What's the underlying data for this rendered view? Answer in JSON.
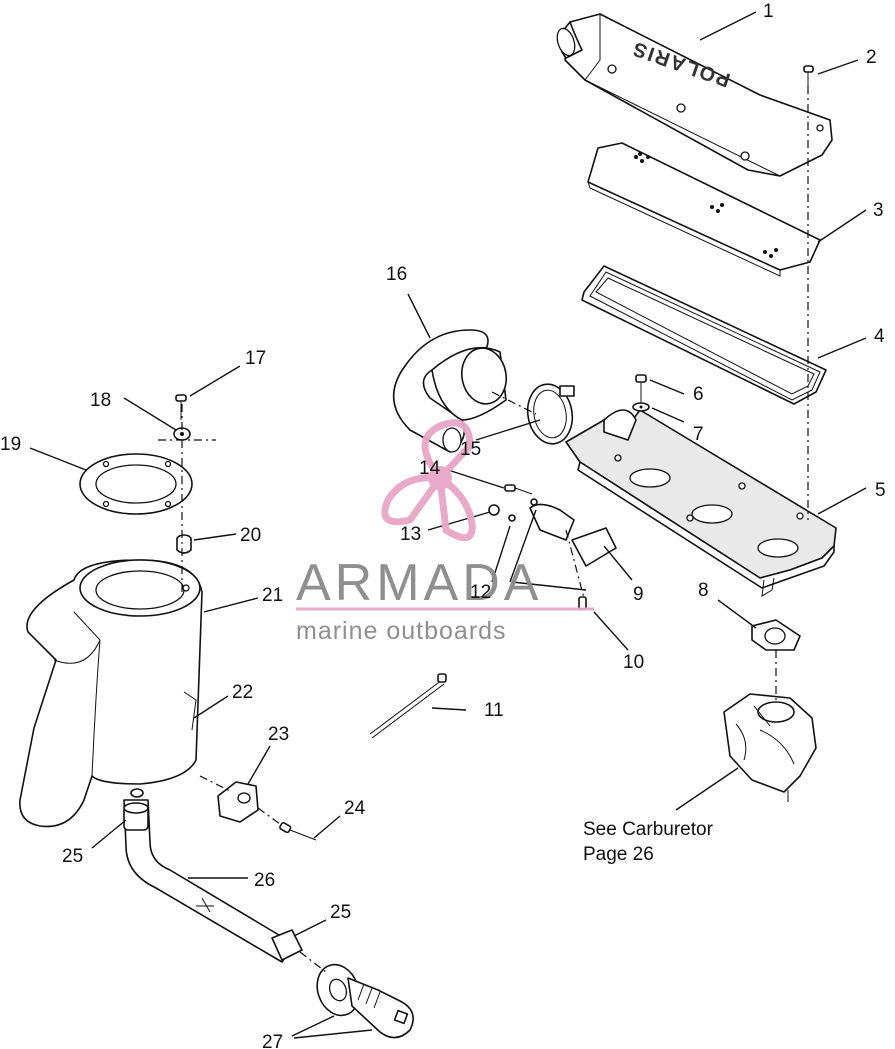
{
  "callouts": {
    "c1": "1",
    "c2": "2",
    "c3": "3",
    "c4": "4",
    "c5": "5",
    "c6": "6",
    "c7": "7",
    "c8": "8",
    "c9": "9",
    "c10": "10",
    "c11": "11",
    "c12": "12",
    "c13": "13",
    "c14": "14",
    "c15": "15",
    "c16": "16",
    "c17": "17",
    "c18": "18",
    "c19": "19",
    "c20": "20",
    "c21": "21",
    "c22": "22",
    "c23": "23",
    "c24": "24",
    "c25a": "25",
    "c25b": "25",
    "c26": "26",
    "c27": "27"
  },
  "note": {
    "line1": "See Carburetor",
    "line2": "Page 26"
  },
  "watermark": {
    "title": "ARMADA",
    "subtitle": "marine outboards",
    "accent_color": "#e8a6c8"
  },
  "cover_stamp": "POLARIS"
}
